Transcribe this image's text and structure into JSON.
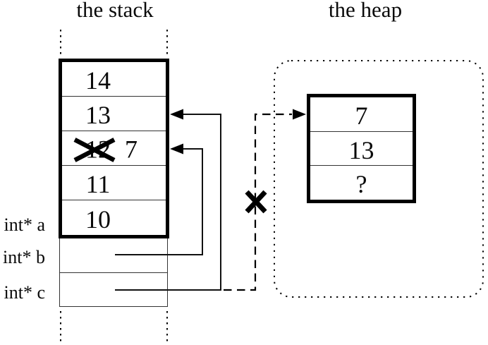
{
  "diagram": {
    "background": "#ffffff",
    "ink": "#000000",
    "thin_line": "#333333"
  },
  "stack": {
    "title": "the stack",
    "cells": [
      {
        "value": "14"
      },
      {
        "value": "13"
      },
      {
        "value": "12",
        "crossed_out": true,
        "new_value": "7"
      },
      {
        "value": "11"
      },
      {
        "value": "10"
      }
    ],
    "pointer_labels": [
      {
        "label": "int* a"
      },
      {
        "label": "int* b"
      },
      {
        "label": "int* c"
      }
    ]
  },
  "heap": {
    "title": "the heap",
    "cells": [
      {
        "value": "7"
      },
      {
        "value": "13"
      },
      {
        "value": "?"
      }
    ]
  },
  "pointers": [
    {
      "name": "b-arrow",
      "style": "solid",
      "points_to": "stack cell with 7 (old 12)"
    },
    {
      "name": "c-arrow",
      "style": "solid",
      "points_to": "stack cell 13"
    },
    {
      "name": "old-heap-pointer",
      "style": "dashed",
      "crossed_out": true,
      "points_to": "heap block"
    }
  ],
  "icons": {
    "crossed_value_mark": "x-mark",
    "invalid_pointer_mark": "x-mark"
  }
}
